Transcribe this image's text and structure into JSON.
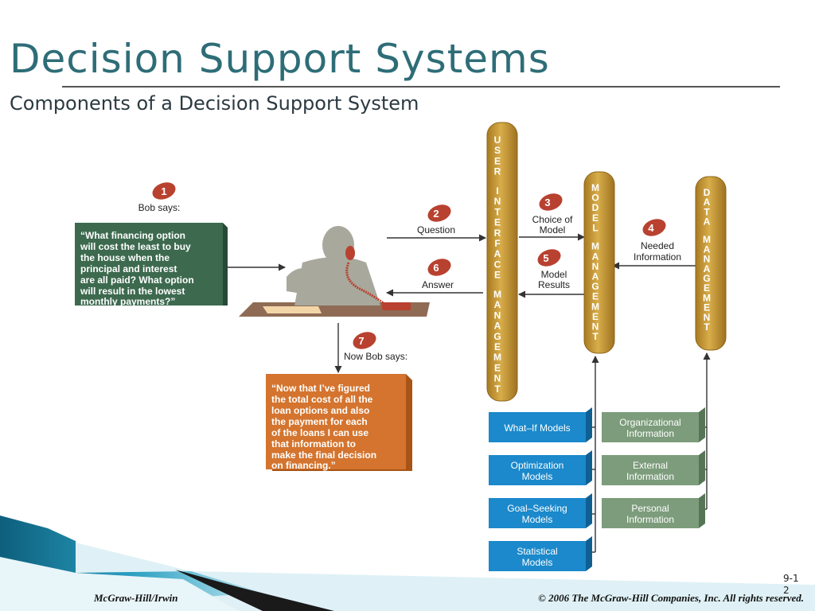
{
  "slide": {
    "title": "Decision Support Systems",
    "subtitle": "Components of a Decision Support System",
    "footer_left": "McGraw-Hill/Irwin",
    "footer_right": "© 2006 The McGraw-Hill Companies, Inc. All rights reserved.",
    "page_number": "9-12"
  },
  "diagram": {
    "steps": {
      "s1": {
        "num": "1",
        "label": "Bob says:"
      },
      "s2": {
        "num": "2",
        "label": "Question"
      },
      "s3": {
        "num": "3",
        "label1": "Choice of",
        "label2": "Model"
      },
      "s4": {
        "num": "4",
        "label1": "Needed",
        "label2": "Information"
      },
      "s5": {
        "num": "5",
        "label1": "Model",
        "label2": "Results"
      },
      "s6": {
        "num": "6",
        "label": "Answer"
      },
      "s7": {
        "num": "7",
        "label": "Now Bob says:"
      }
    },
    "question_box": {
      "lines": [
        "“What financing option",
        "will cost the least to buy",
        "the house when the",
        "principal and interest",
        "are all paid? What option",
        "will result in the lowest",
        "monthly payments?”"
      ]
    },
    "answer_box": {
      "lines": [
        "“Now that I’ve figured",
        "the total cost of all the",
        "loan options and also",
        "the payment for each",
        "of the loans I can use",
        "that information to",
        "make the final decision",
        "on financing.”"
      ]
    },
    "columns": {
      "user_interface": "USER INTERFACE MANAGEMENT",
      "model_management": "MODEL MANAGEMENT",
      "data_management": "DATA MANAGEMENT"
    },
    "models": [
      {
        "lines": [
          "What–If Models"
        ]
      },
      {
        "lines": [
          "Optimization",
          "Models"
        ]
      },
      {
        "lines": [
          "Goal–Seeking",
          "Models"
        ]
      },
      {
        "lines": [
          "Statistical",
          "Models"
        ]
      }
    ],
    "information": [
      {
        "lines": [
          "Organizational",
          "Information"
        ]
      },
      {
        "lines": [
          "External",
          "Information"
        ]
      },
      {
        "lines": [
          "Personal",
          "Information"
        ]
      }
    ],
    "colors": {
      "title": "#2e6d77",
      "question_box": "#3d6a4f",
      "answer_box": "#d4742e",
      "step_badge": "#b8412f",
      "column": "#c89a34",
      "model_box": "#1b89cb",
      "info_box": "#7c9c7b",
      "figure": "#a8a89c"
    }
  }
}
